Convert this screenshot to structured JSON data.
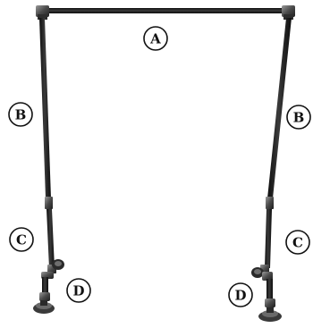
{
  "callouts": {
    "a": "A",
    "b_left": "B",
    "b_right": "B",
    "c_left": "C",
    "c_right": "C",
    "d_left": "D",
    "d_right": "D"
  },
  "colors": {
    "pipe": "#1a1a1a",
    "fitting": "#3c3c3c",
    "fitting_highlight": "#8a8a8a",
    "callout_stroke": "#111111",
    "callout_fill": "#ffffff"
  }
}
